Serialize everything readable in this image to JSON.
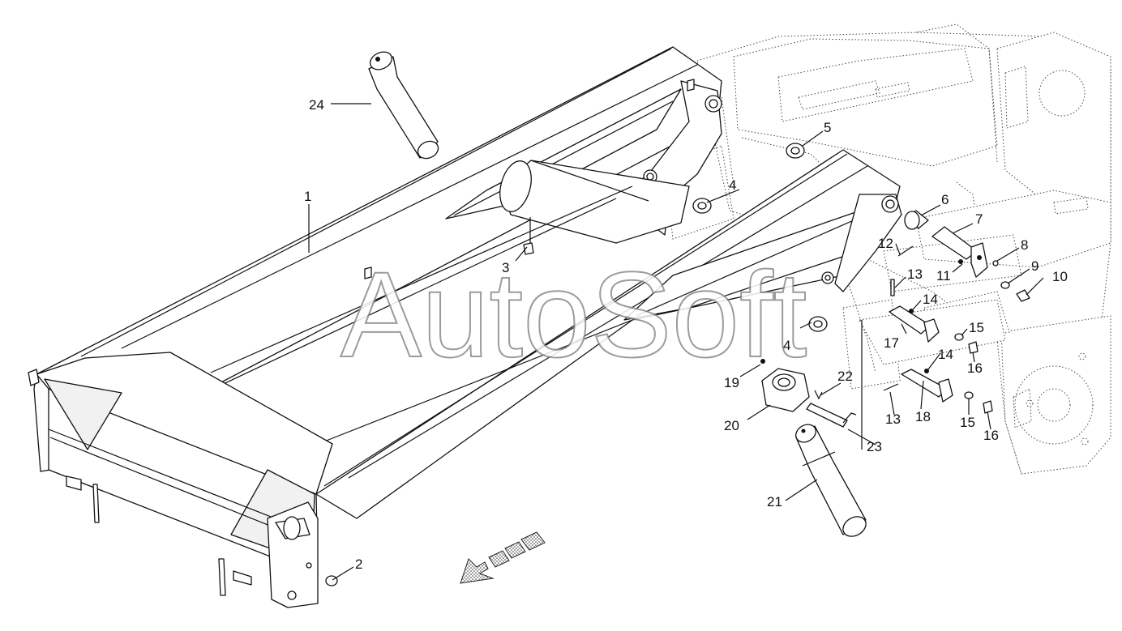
{
  "watermark": "AutoSoft",
  "callouts": [
    {
      "label": "1"
    },
    {
      "label": "2"
    },
    {
      "label": "3"
    },
    {
      "label": "4"
    },
    {
      "label": "4"
    },
    {
      "label": "5"
    },
    {
      "label": "6"
    },
    {
      "label": "7"
    },
    {
      "label": "8"
    },
    {
      "label": "9"
    },
    {
      "label": "10"
    },
    {
      "label": "11"
    },
    {
      "label": "12"
    },
    {
      "label": "13"
    },
    {
      "label": "13"
    },
    {
      "label": "14"
    },
    {
      "label": "14"
    },
    {
      "label": "15"
    },
    {
      "label": "15"
    },
    {
      "label": "16"
    },
    {
      "label": "16"
    },
    {
      "label": "17"
    },
    {
      "label": "18"
    },
    {
      "label": "19"
    },
    {
      "label": "20"
    },
    {
      "label": "21"
    },
    {
      "label": "22"
    },
    {
      "label": "23"
    },
    {
      "label": "24"
    }
  ],
  "colors": {
    "line": "#111111",
    "watermark_outline": "#8a8a8a",
    "background": "#ffffff"
  }
}
